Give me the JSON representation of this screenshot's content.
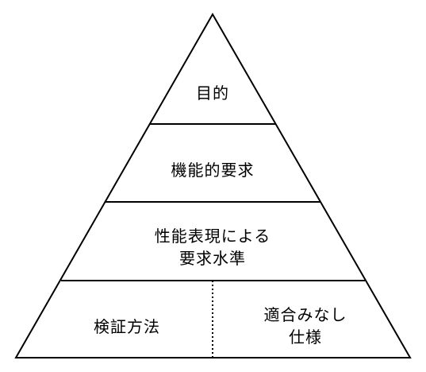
{
  "pyramid": {
    "tier1": {
      "label": "目的"
    },
    "tier2": {
      "label": "機能的要求"
    },
    "tier3": {
      "line1": "性能表現による",
      "line2": "要求水準"
    },
    "tier4": {
      "left": {
        "label": "検証方法"
      },
      "right": {
        "line1": "適合みなし",
        "line2": "仕様"
      }
    }
  },
  "colors": {
    "stroke": "#000000",
    "background": "#ffffff",
    "text": "#000000"
  }
}
